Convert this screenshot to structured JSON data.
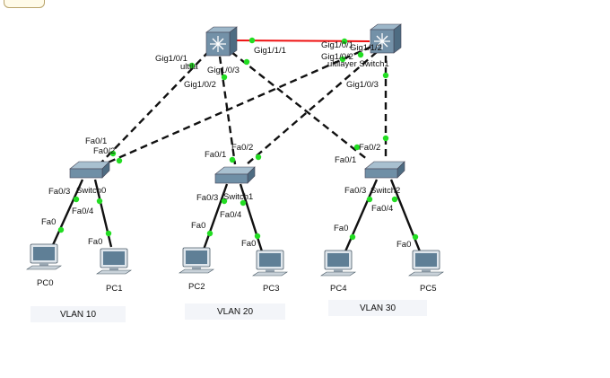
{
  "devices": {
    "multilayer_switch_0": {
      "label_start": "ultila"
    },
    "multilayer_switch_1": {
      "label": "ultilayer Switch1"
    },
    "switch0": {
      "label": "Switch0"
    },
    "switch1": {
      "label": "Switch1"
    },
    "switch2": {
      "label": "Switch2"
    },
    "pcs": [
      "PC0",
      "PC1",
      "PC2",
      "PC3",
      "PC4",
      "PC5"
    ]
  },
  "ports": {
    "ml0_gig1_1_1": "Gig1/1/1",
    "ml0_gig1_0_1": "Gig1/0/1",
    "ml0_gig1_0_2": "Gig1/0/2",
    "ml0_gig1_0_3": "Gig1/0/3",
    "ml1_gig1_0_1": "Gig1/0/1",
    "ml1_gig1_1_2": "Gig1/1/2",
    "ml1_gig1_0_2": "Gig1/0/2",
    "ml1_gig1_0_3": "Gig1/0/3",
    "sw0_fa0_1": "Fa0/1",
    "sw0_fa0_2": "Fa0/2",
    "sw0_fa0_3": "Fa0/3",
    "sw0_fa0_4": "Fa0/4",
    "sw1_fa0_1": "Fa0/1",
    "sw1_fa0_2": "Fa0/2",
    "sw1_fa0_3": "Fa0/3",
    "sw1_fa0_4": "Fa0/4",
    "sw2_fa0_1": "Fa0/1",
    "sw2_fa0_2": "Fa0/2",
    "sw2_fa0_3": "Fa0/3",
    "sw2_fa0_4": "Fa0/4",
    "pc_fa0": "Fa0"
  },
  "vlans": [
    "VLAN 10",
    "VLAN 20",
    "VLAN 30"
  ],
  "colors": {
    "link": "#111111",
    "port_up": "#22dd22",
    "trunk_red": "#ee1111",
    "switch_body": "#6f8fa6",
    "ml_switch_body": "#7391a8",
    "pc_screen": "#5f7f96"
  }
}
